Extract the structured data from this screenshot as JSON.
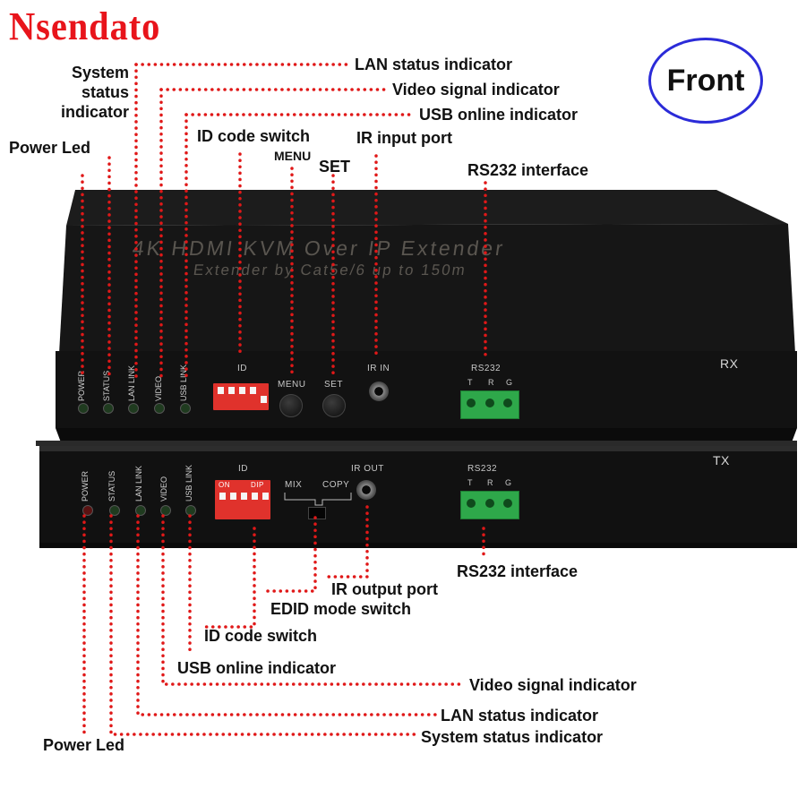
{
  "brand": "Nsendato",
  "badge": "Front",
  "top_labels": {
    "lan_status": "LAN status indicator",
    "video_signal": "Video signal indicator",
    "usb_online": "USB online indicator",
    "system_status": [
      "System",
      "status",
      "indicator"
    ],
    "power_led": "Power Led",
    "id_code_switch": "ID code switch",
    "menu": "MENU",
    "set": "SET",
    "ir_input": "IR input port",
    "rs232": "RS232 interface"
  },
  "bottom_labels": {
    "rs232": "RS232 interface",
    "ir_output": "IR output port",
    "edid_mode": "EDID mode switch",
    "id_code_switch": "ID code switch",
    "usb_online": "USB online indicator",
    "video_signal": "Video signal indicator",
    "lan_status": "LAN status indicator",
    "power_led": "Power Led",
    "system_status": "System status indicator"
  },
  "rx_unit": {
    "title": "4K HDMI KVM Over IP Extender",
    "subtitle": "Extender by Cat5e/6 up to 150m",
    "model": "RX",
    "leds": [
      "POWER",
      "STATUS",
      "LAN LINK",
      "VIDEO",
      "USB LINK"
    ],
    "id_label": "ID",
    "menu_label": "MENU",
    "set_label": "SET",
    "ir_label": "IR IN",
    "rs232_label": "RS232",
    "pins": [
      "T",
      "R",
      "G"
    ]
  },
  "tx_unit": {
    "model": "TX",
    "leds": [
      "POWER",
      "STATUS",
      "LAN LINK",
      "VIDEO",
      "USB LINK"
    ],
    "id_label": "ID",
    "dip_on": "ON",
    "dip_dip": "DIP",
    "mix_label": "MIX",
    "copy_label": "COPY",
    "ir_label": "IR OUT",
    "rs232_label": "RS232",
    "pins": [
      "T",
      "R",
      "G"
    ]
  },
  "colors": {
    "brand": "#e8141b",
    "dotted_line": "#e01818",
    "badge_ring": "#2b2bd8",
    "device_body": "#1a1a1a",
    "dip_switch": "#e0322c",
    "terminal": "#2ea84a"
  }
}
